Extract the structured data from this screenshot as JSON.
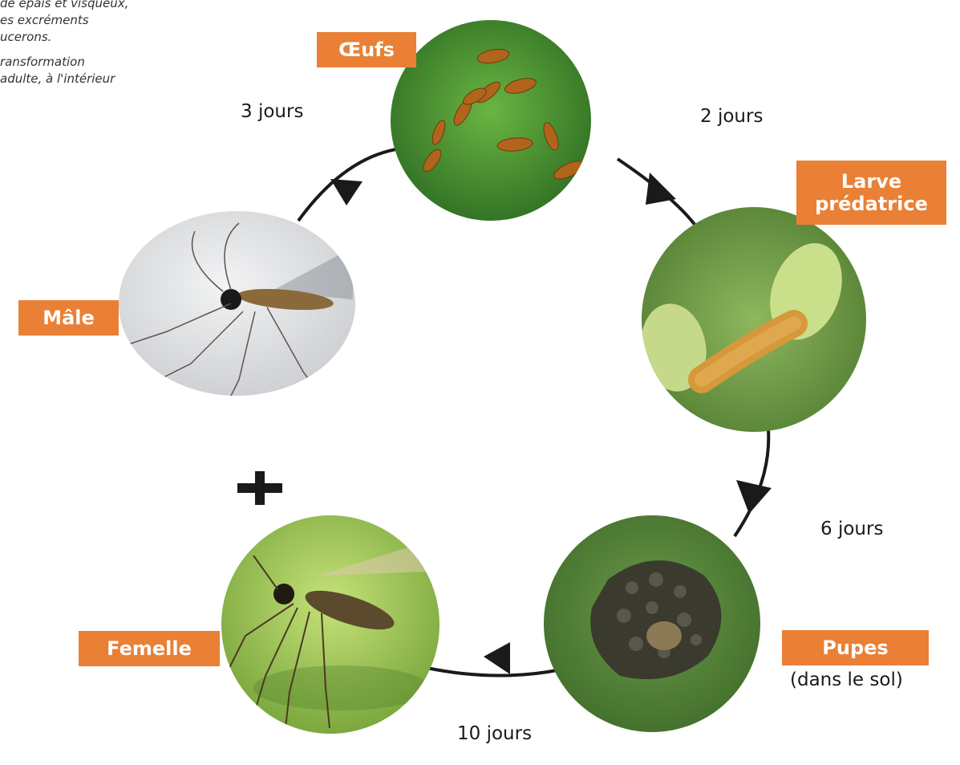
{
  "intro_notes": [
    "de épais et visqueux,",
    "es excréments",
    "ucerons.",
    "ransformation",
    "adulte, à l'intérieur"
  ],
  "stages": {
    "eggs": {
      "label": "Œufs",
      "icon": "eggs-photo"
    },
    "larva": {
      "label_line1": "Larve",
      "label_line2": "prédatrice",
      "icon": "larva-photo"
    },
    "pupae": {
      "label": "Pupes",
      "sublabel": "(dans le sol)",
      "icon": "pupae-photo"
    },
    "female": {
      "label": "Femelle",
      "icon": "female-midge-photo"
    },
    "male": {
      "label": "Mâle",
      "icon": "male-midge-photo"
    }
  },
  "durations": {
    "male_to_eggs": "3 jours",
    "eggs_to_larva": "2 jours",
    "larva_to_pupae": "6 jours",
    "pupae_to_adults": "10 jours"
  },
  "plus_symbol": "+",
  "colors": {
    "label_background": "#e98035",
    "label_text": "#ffffff",
    "cycle_line": "#1a1a1a",
    "leaf_green": "#4f9a3a"
  }
}
